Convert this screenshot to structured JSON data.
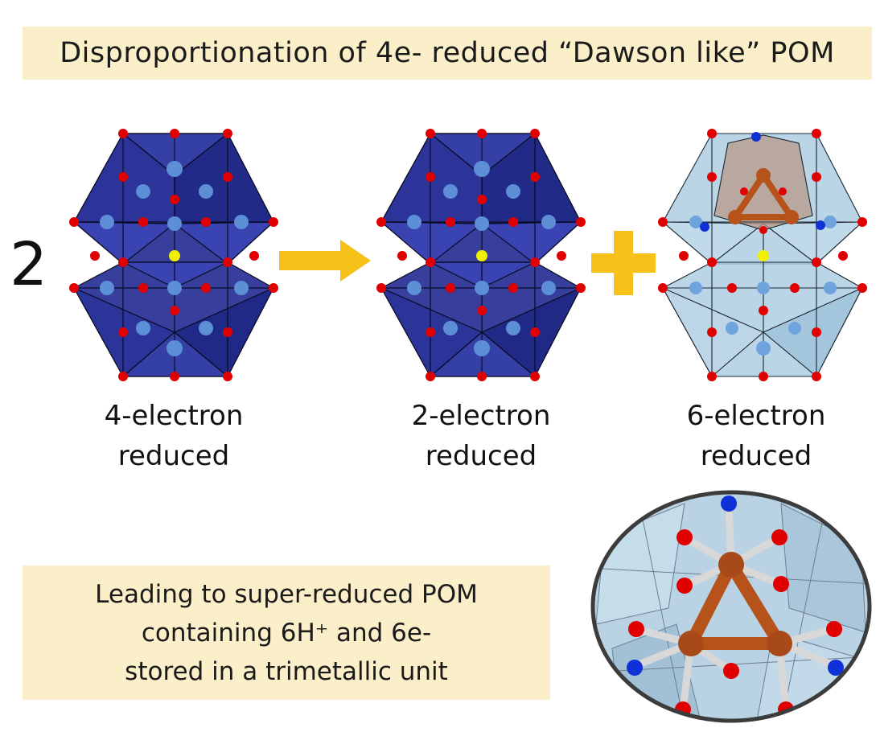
{
  "title": "Disproportionation of 4e- reduced “Dawson like” POM",
  "coefficient": "2",
  "molecules": [
    {
      "label_line1": "4-electron",
      "label_line2": "reduced",
      "style": "dark"
    },
    {
      "label_line1": "2-electron",
      "label_line2": "reduced",
      "style": "dark"
    },
    {
      "label_line1": "6-electron",
      "label_line2": "reduced",
      "style": "light"
    }
  ],
  "summary": {
    "line1": "Leading to super-reduced POM",
    "line2": "containing 6H⁺ and 6e-",
    "line3": "stored in a trimetallic unit"
  },
  "colors": {
    "banner": "#fbefc9",
    "dark_polyhedra": "#262e94",
    "light_polyhedra": "#a9cbe0",
    "oxygen": "#e00000",
    "central_atom": "#f0f000",
    "metal": "#5c8fd6",
    "reduced_metal": "#b5531b",
    "hydrogen_site": "#1030d8",
    "arrow": "#f6c21a"
  }
}
